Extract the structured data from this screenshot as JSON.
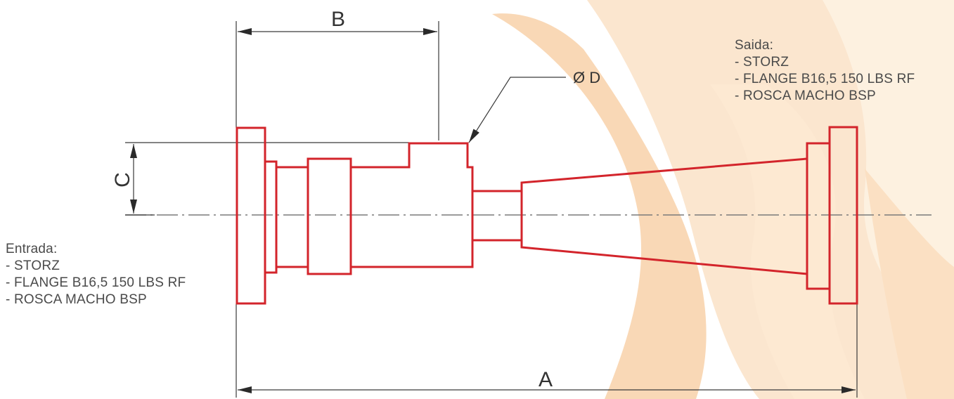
{
  "colors": {
    "part_outline": "#d3242b",
    "dimension_lines": "#3a3a3a",
    "center_line": "#7a7a7a",
    "flame_light": "#fbe3c8",
    "flame_mid": "#f6cfa5",
    "flame_pale": "#fdf0dc",
    "text": "#4a4a4a"
  },
  "dimensions": {
    "a_label": "A",
    "b_label": "B",
    "c_label": "C",
    "d_label": "Ø D"
  },
  "inlet": {
    "title": "Entrada:",
    "options": [
      "- STORZ",
      "- FLANGE B16,5 150 LBS RF",
      "- ROSCA MACHO BSP"
    ]
  },
  "outlet": {
    "title": "Saida:",
    "options": [
      "- STORZ",
      "- FLANGE B16,5 150 LBS RF",
      "- ROSCA MACHO BSP"
    ]
  }
}
